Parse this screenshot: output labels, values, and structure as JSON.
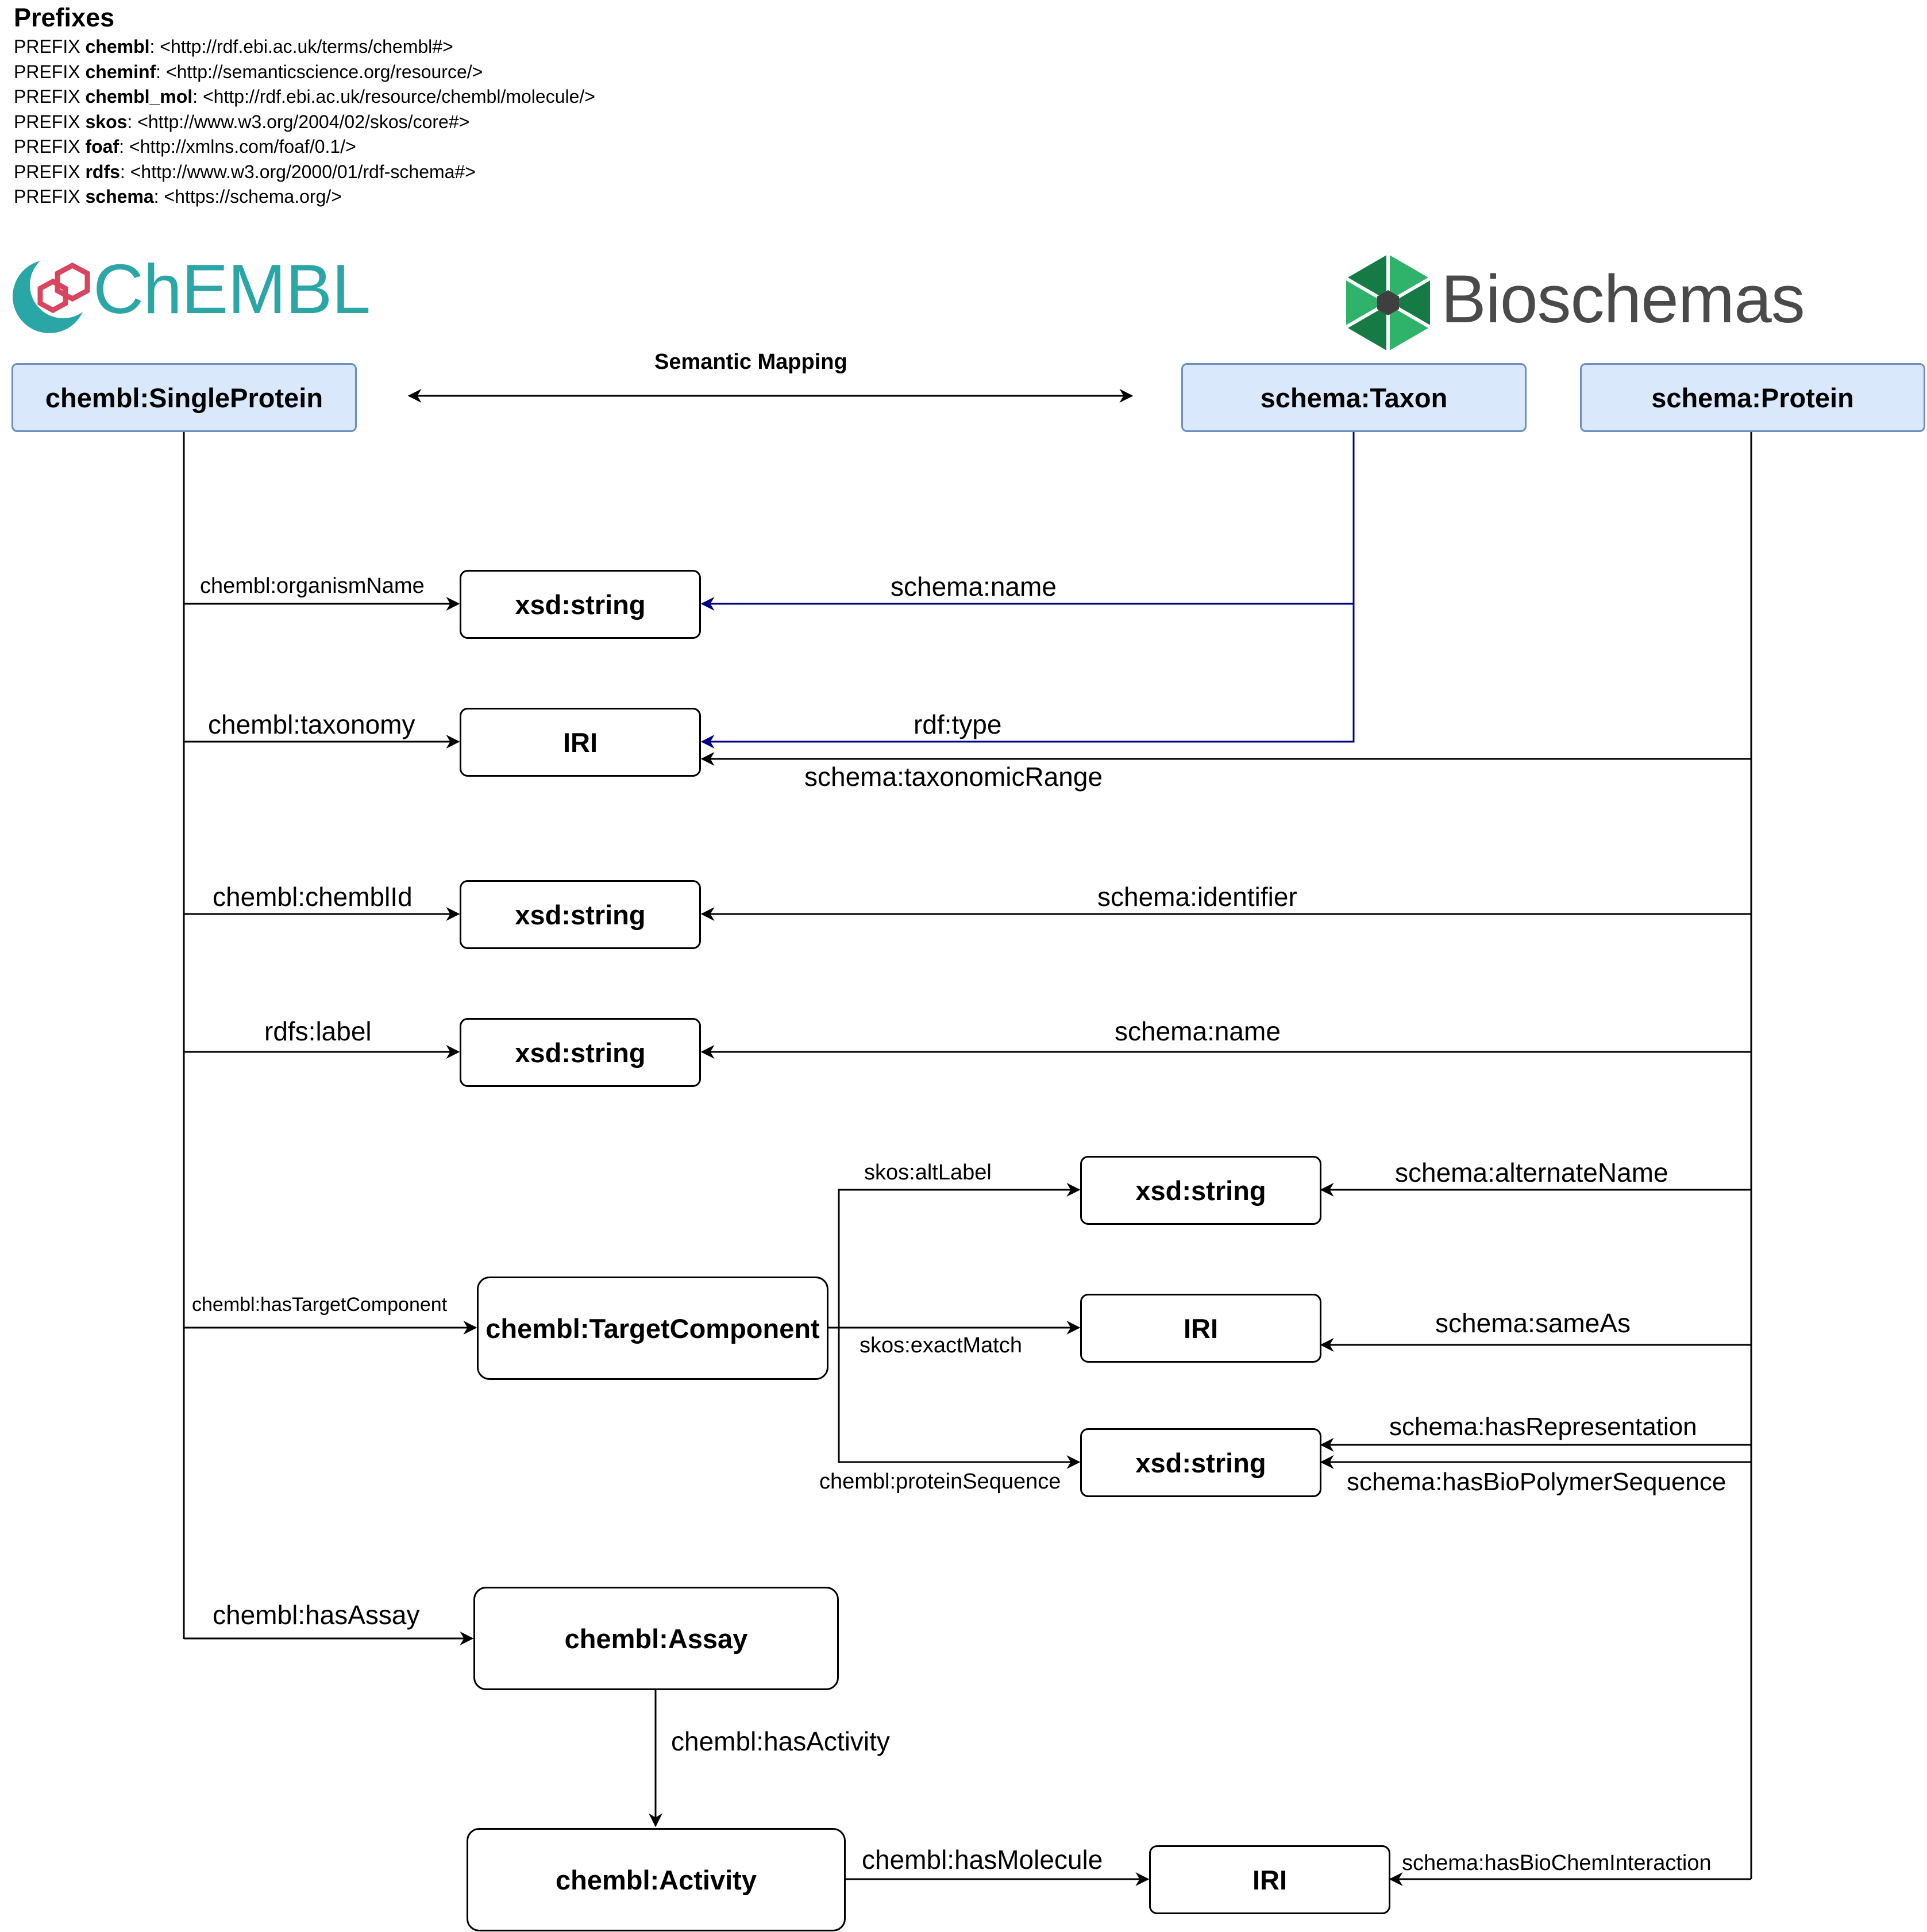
{
  "prefixes": {
    "title": "Prefixes",
    "keyword": "PREFIX",
    "items": [
      {
        "name": "chembl",
        "iri": "<http://rdf.ebi.ac.uk/terms/chembl#>"
      },
      {
        "name": "cheminf",
        "iri": "<http://semanticscience.org/resource/>"
      },
      {
        "name": "chembl_mol",
        "iri": "<http://rdf.ebi.ac.uk/resource/chembl/molecule/>"
      },
      {
        "name": "skos",
        "iri": "<http://www.w3.org/2004/02/skos/core#>"
      },
      {
        "name": "foaf",
        "iri": "<http://xmlns.com/foaf/0.1/>"
      },
      {
        "name": "rdfs",
        "iri": "<http://www.w3.org/2000/01/rdf-schema#>"
      },
      {
        "name": "schema",
        "iri": "<https://schema.org/>"
      }
    ]
  },
  "logos": {
    "chembl": "ChEMBL",
    "bioschemas": "Bioschemas"
  },
  "header": {
    "single_protein": "chembl:SingleProtein",
    "taxon": "schema:Taxon",
    "protein": "schema:Protein",
    "mapping_label": "Semantic Mapping"
  },
  "nodes": {
    "organism_value": "xsd:string",
    "taxonomy_value": "IRI",
    "chemblid_value": "xsd:string",
    "label_value": "xsd:string",
    "altlabel_value": "xsd:string",
    "exactmatch_value": "IRI",
    "sequence_value": "xsd:string",
    "target_component": "chembl:TargetComponent",
    "assay": "chembl:Assay",
    "activity": "chembl:Activity",
    "molecule_value": "IRI"
  },
  "edges": {
    "organism_name": "chembl:organismName",
    "taxon_name": "schema:name",
    "taxonomy": "chembl:taxonomy",
    "rdf_type": "rdf:type",
    "taxonomic_range": "schema:taxonomicRange",
    "chemblid": "chembl:chemblId",
    "identifier": "schema:identifier",
    "rdfs_label": "rdfs:label",
    "protein_name": "schema:name",
    "alt_label": "skos:altLabel",
    "alternate_name": "schema:alternateName",
    "has_target_component": "chembl:hasTargetComponent",
    "exact_match": "skos:exactMatch",
    "same_as": "schema:sameAs",
    "has_representation": "schema:hasRepresentation",
    "protein_sequence": "chembl:proteinSequence",
    "has_biopolymer_sequence": "schema:hasBioPolymerSequence",
    "has_assay": "chembl:hasAssay",
    "has_activity": "chembl:hasActivity",
    "has_molecule": "chembl:hasMolecule",
    "has_biochem_interaction": "schema:hasBioChemInteraction"
  },
  "colors": {
    "header_fill": "#dae8fc",
    "header_stroke": "#6c8ebf",
    "taxon_edge": "#000080",
    "chembl_teal": "#2aa6a6",
    "chembl_logo_red": "#d9445e",
    "bioschemas_green_light": "#2fb36a",
    "bioschemas_green_dark": "#167a45",
    "bioschemas_text": "#4a4a4a"
  }
}
